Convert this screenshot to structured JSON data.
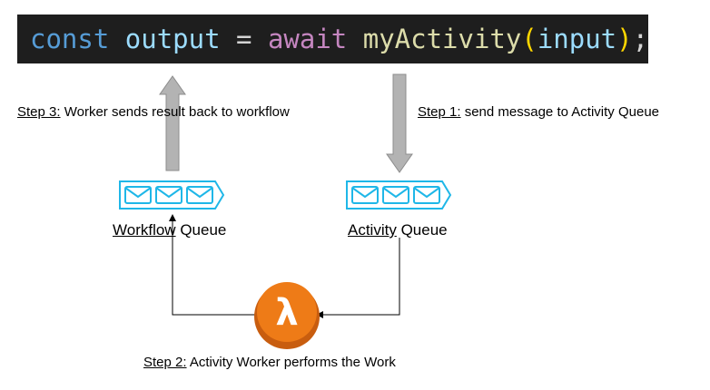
{
  "code": {
    "keyword": "const",
    "variable": "output",
    "operator": "=",
    "await": "await",
    "function": "myActivity",
    "paren_open": "(",
    "param": "input",
    "paren_close": ")",
    "semicolon": ";"
  },
  "steps": {
    "step3": {
      "prefix": "Step 3:",
      "text": " Worker sends result back to workflow"
    },
    "step1": {
      "prefix": "Step 1:",
      "text": " send message to Activity Queue"
    },
    "step2": {
      "prefix": "Step 2:",
      "text": " Activity Worker performs the Work"
    }
  },
  "queues": {
    "workflow": {
      "name": "Workflow",
      "suffix": " Queue"
    },
    "activity": {
      "name": "Activity",
      "suffix": " Queue"
    }
  },
  "lambda": {
    "glyph": "λ"
  },
  "colors": {
    "queue_stroke": "#1fb7e8",
    "lambda_orange": "#ee7b17",
    "arrow_gray": "#b3b3b3",
    "code_bg": "#1e1e1e"
  },
  "icons": [
    "message-queue-icon",
    "lambda-icon"
  ]
}
